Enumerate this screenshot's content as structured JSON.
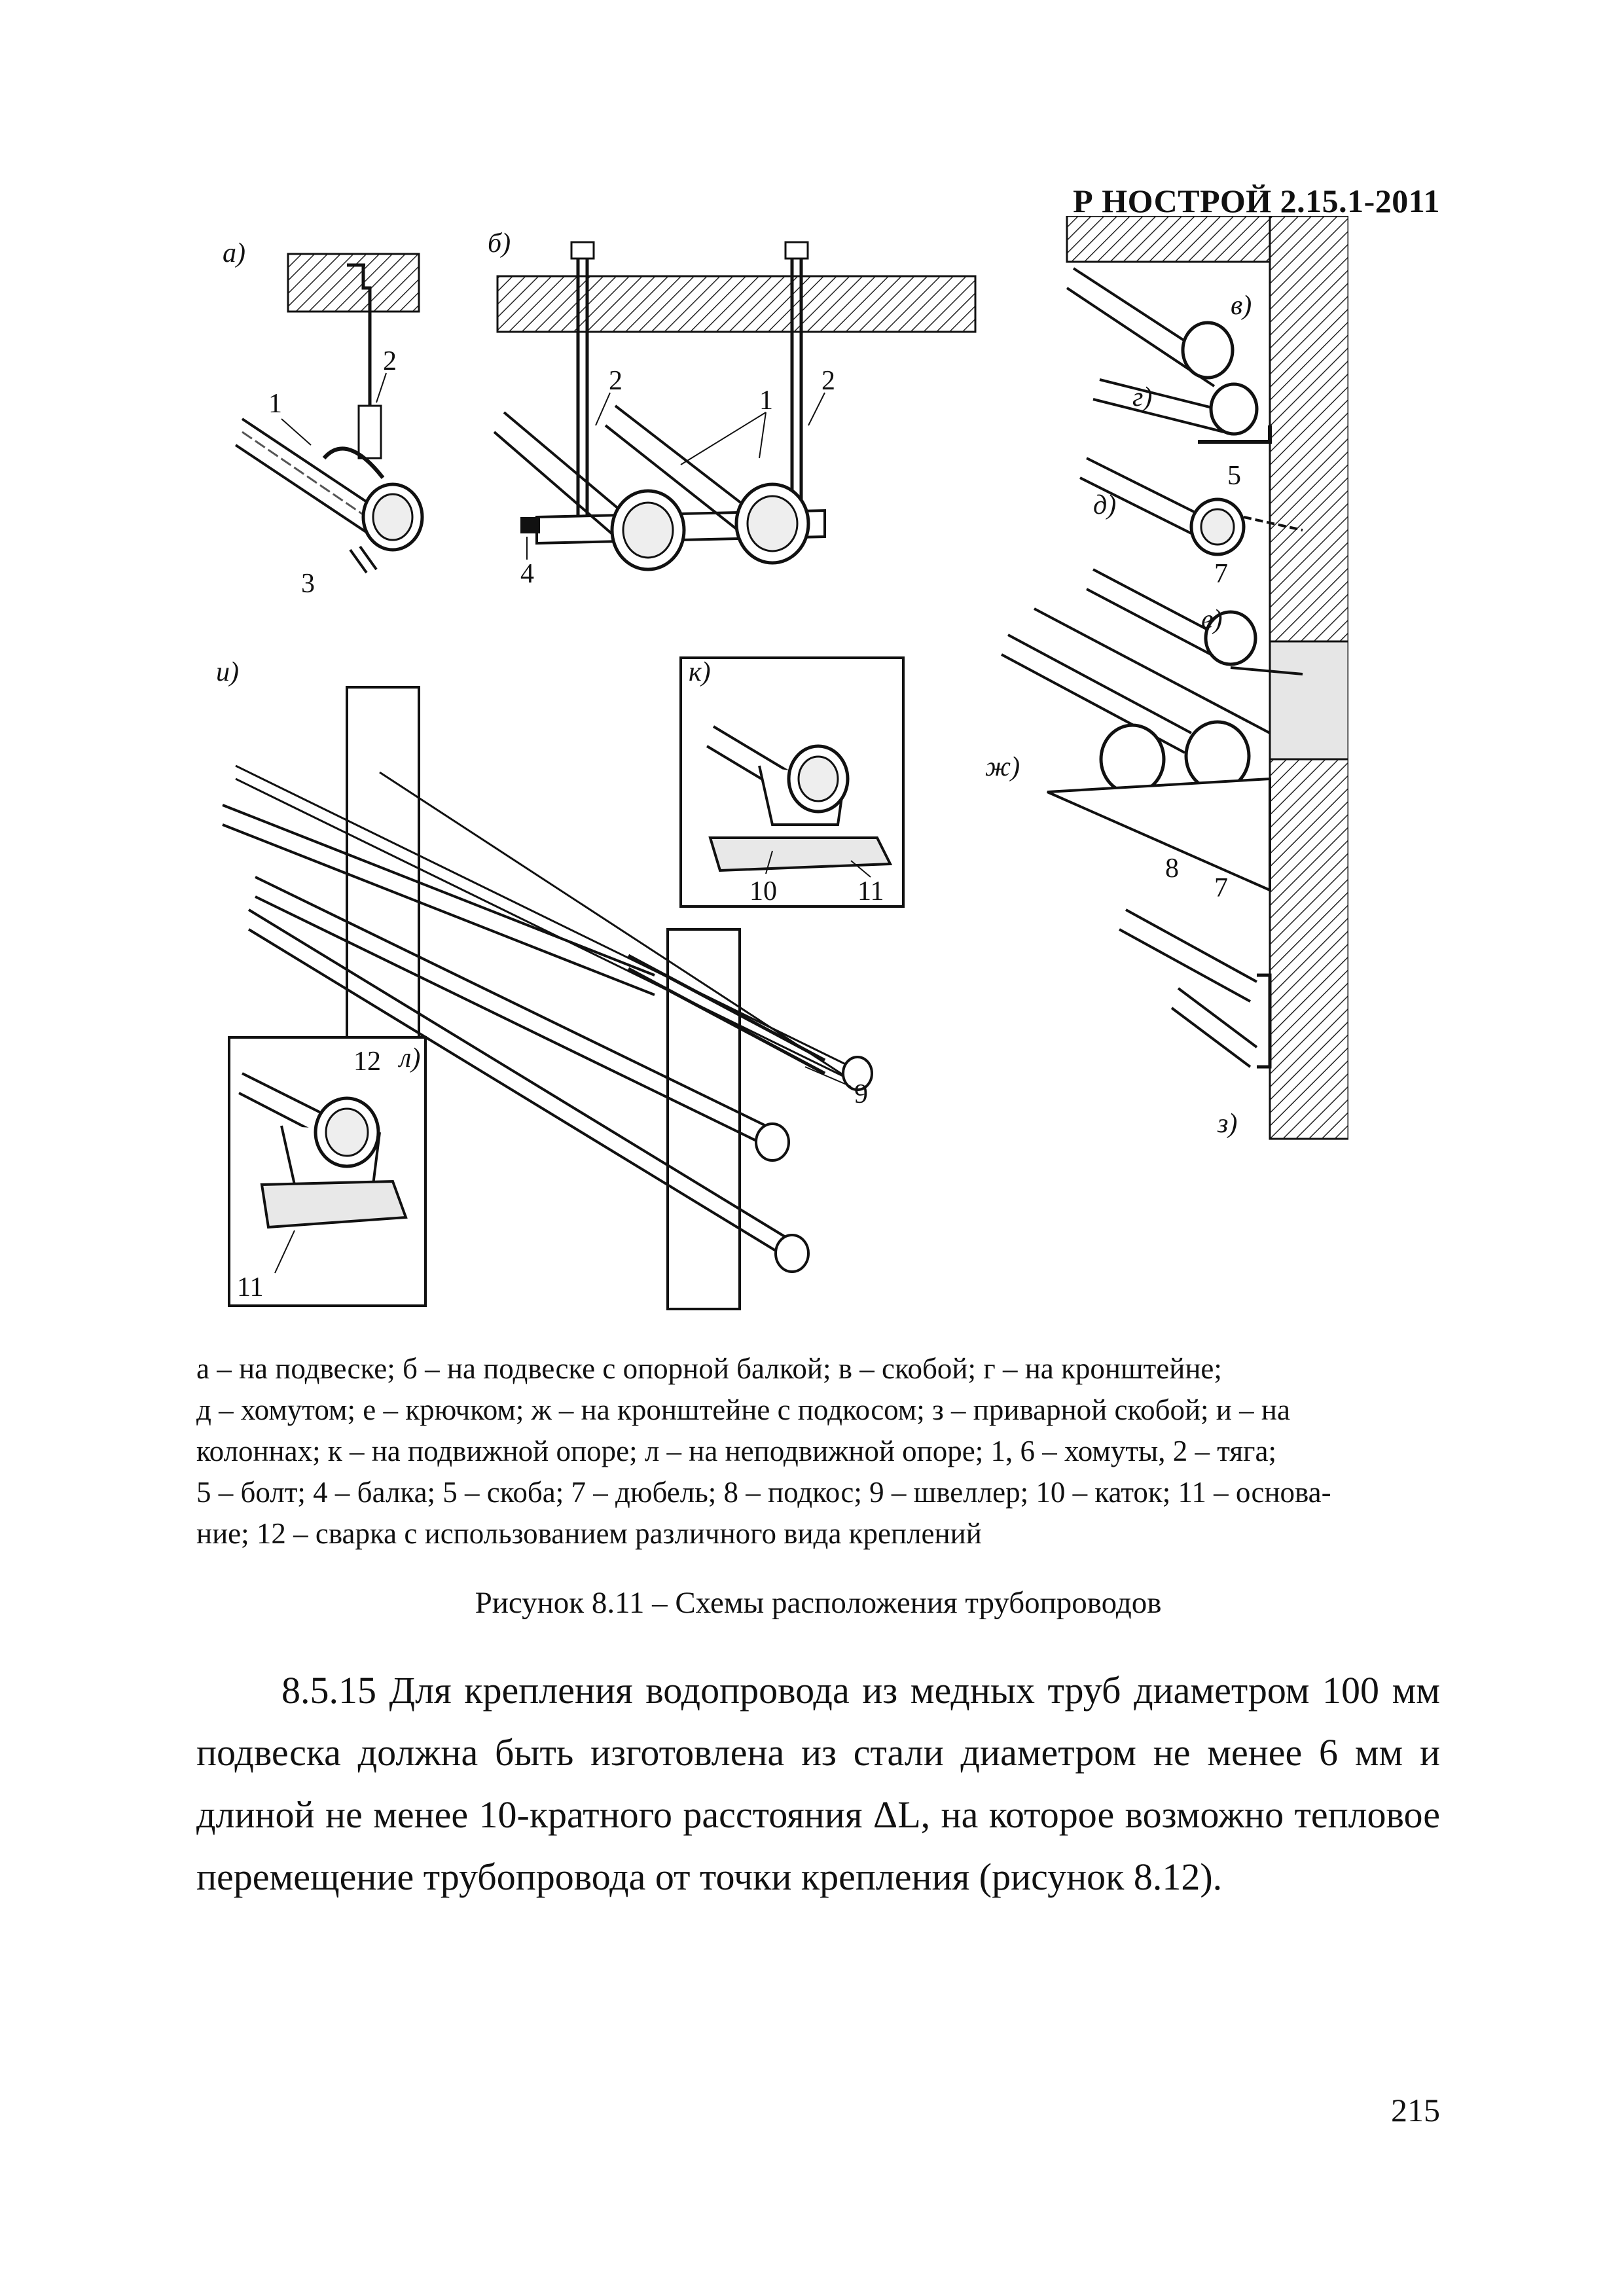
{
  "header": {
    "doc_id": "Р НОСТРОЙ 2.15.1-2011"
  },
  "figure": {
    "panel_labels": [
      "а)",
      "б)",
      "в)",
      "г)",
      "д)",
      "е)",
      "ж)",
      "з)",
      "и)",
      "к)",
      "л)"
    ],
    "callouts": {
      "a1": "1",
      "a2": "2",
      "a3": "3",
      "b1": "1",
      "b2a": "2",
      "b2b": "2",
      "b4": "4",
      "r5": "5",
      "r7a": "7",
      "r7b": "7",
      "r8": "8",
      "k10": "10",
      "k11": "11",
      "i9": "9",
      "l12": "12",
      "l11": "11"
    }
  },
  "caption": {
    "lines": [
      "а – на подвеске; б – на  подвеске с опорной балкой; в – скобой; г – на кронштейне;",
      "д – хомутом; е – крючком;  ж – на кронштейне с подкосом; з – приварной  скобой; и – на",
      "колоннах; к – на подвижной опоре; л – на неподвижной опоре; 1, 6 – хомуты, 2 – тяга;",
      "5 – болт; 4 – балка; 5 – скоба; 7 – дюбель; 8 – подкос; 9 – швеллер; 10 – каток;  11 – основа-",
      "ние; 12 – сварка с использованием различного вида креплений"
    ]
  },
  "figure_title": "Рисунок 8.11 – Схемы расположения трубопроводов",
  "paragraph": {
    "text": "8.5.15 Для крепления водопровода из медных труб диаметром 100 мм подвеска должна быть изготовлена из стали диаметром не менее 6 мм и длиной не менее 10-кратного расстояния ΔL, на которое возможно тепловое перемещение трубопровода от точки крепления (рисунок 8.12)."
  },
  "page_number": "215"
}
